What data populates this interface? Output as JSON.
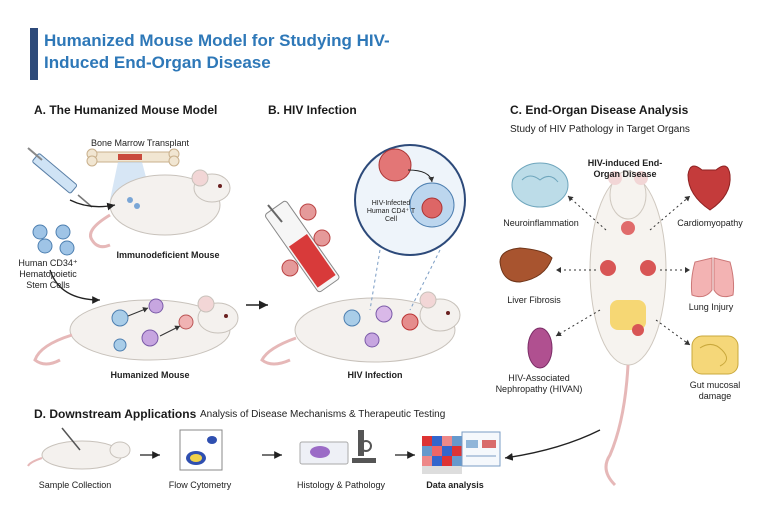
{
  "title": "Humanized Mouse Model for Studying HIV-Induced End-Organ Disease",
  "panel_a": {
    "heading": "A. The Humanized Mouse Model",
    "bone_marrow": "Bone Marrow Transplant",
    "stem_cells": "Human CD34⁺ Hematopoietic Stem Cells",
    "immunodeficient": "Immunodeficient Mouse",
    "humanized": "Humanized Mouse"
  },
  "panel_b": {
    "heading": "B. HIV Infection",
    "infected_cell": "HIV-Infected Human CD4⁺ T Cell",
    "infection": "HIV Infection"
  },
  "panel_c": {
    "heading": "C. End-Organ Disease Analysis",
    "subheading": "Study of HIV Pathology in Target Organs",
    "center": "HIV-induced End-Organ Disease",
    "neuro": "Neuroinflammation",
    "cardio": "Cardiomyopathy",
    "liver": "Liver Fibrosis",
    "lung": "Lung Injury",
    "kidney": "HIV-Associated Nephropathy (HIVAN)",
    "gut": "Gut mucosal damage"
  },
  "panel_d": {
    "heading": "D. Downstream Applications",
    "subheading": "Analysis of Disease Mechanisms & Therapeutic Testing",
    "sample": "Sample Collection",
    "flow": "Flow Cytometry",
    "histo": "Histology & Pathology",
    "data": "Data analysis"
  }
}
